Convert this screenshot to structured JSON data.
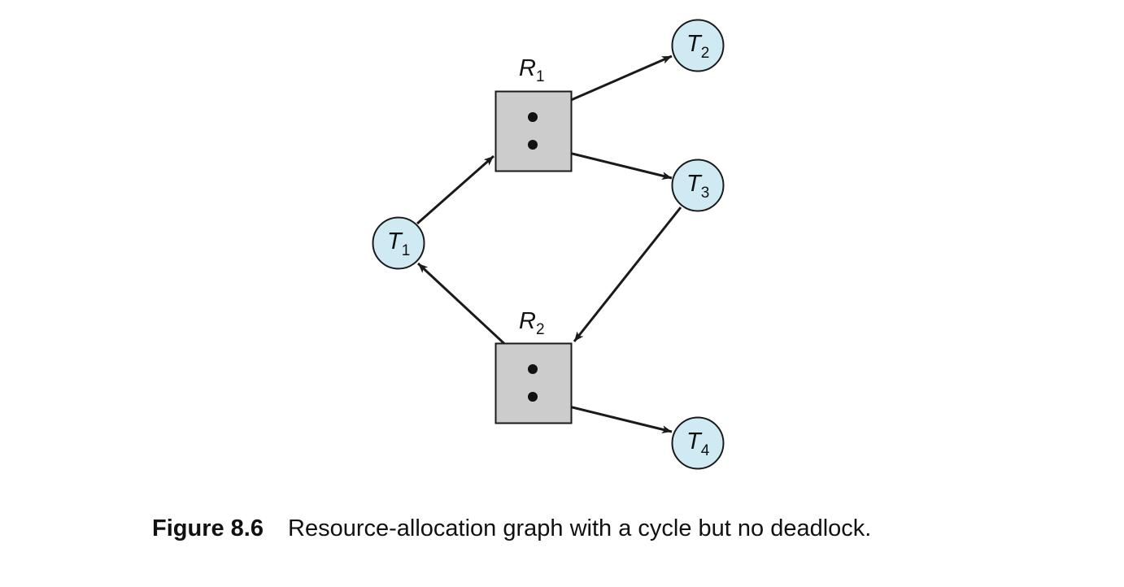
{
  "diagram": {
    "type": "resource-allocation-graph",
    "threads": [
      {
        "id": "T1",
        "letter": "T",
        "sub": "1"
      },
      {
        "id": "T2",
        "letter": "T",
        "sub": "2"
      },
      {
        "id": "T3",
        "letter": "T",
        "sub": "3"
      },
      {
        "id": "T4",
        "letter": "T",
        "sub": "4"
      }
    ],
    "resources": [
      {
        "id": "R1",
        "letter": "R",
        "sub": "1",
        "instances": 2
      },
      {
        "id": "R2",
        "letter": "R",
        "sub": "2",
        "instances": 2
      }
    ],
    "edges": [
      {
        "from": "T1",
        "to": "R1",
        "kind": "request"
      },
      {
        "from": "R1",
        "to": "T2",
        "kind": "assignment"
      },
      {
        "from": "R1",
        "to": "T3",
        "kind": "assignment"
      },
      {
        "from": "T3",
        "to": "R2",
        "kind": "request"
      },
      {
        "from": "R2",
        "to": "T1",
        "kind": "assignment"
      },
      {
        "from": "R2",
        "to": "T4",
        "kind": "assignment"
      }
    ]
  },
  "colors": {
    "thread_fill": "#cfeaf2",
    "resource_fill": "#cccccc",
    "stroke": "#1a1a1a"
  },
  "caption": {
    "label": "Figure 8.6",
    "text": "Resource-allocation graph with a cycle but no deadlock."
  }
}
